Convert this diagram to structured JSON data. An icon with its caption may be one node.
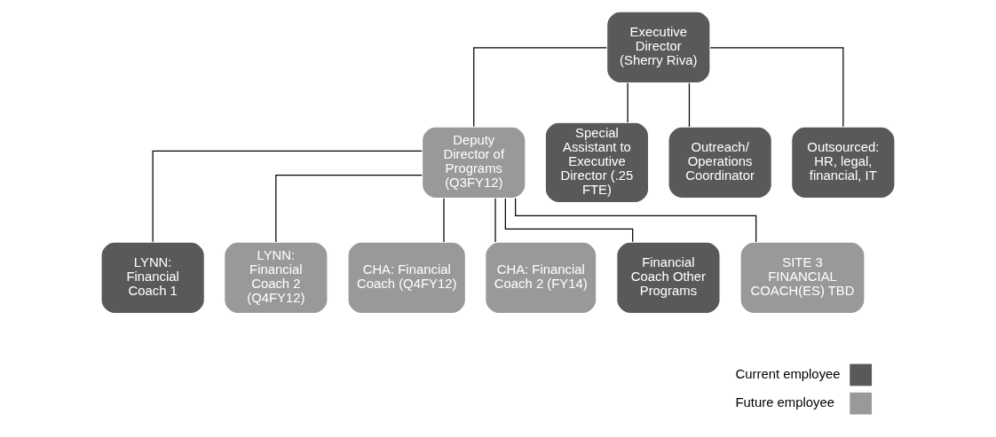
{
  "diagram": {
    "nodes": [
      {
        "text": [
          "Executive Director (Sherry Riva)"
        ]
      },
      {
        "text": [
          "Deputy Director of Programs (Q3FY12)"
        ]
      },
      {
        "text": [
          "Special Assistant to Executive Director (.25 FTE)"
        ]
      },
      {
        "text": [
          "Outreach/ Operations Coordinator"
        ]
      },
      {
        "text": [
          "Outsourced: HR, legal, financial, IT"
        ]
      },
      {
        "text": [
          "LYNN: Financial Coach 1"
        ]
      },
      {
        "text": [
          "LYNN: Financial Coach 2 (Q4FY12)"
        ]
      },
      {
        "text": [
          "CHA: Financial Coach (Q4FY12)"
        ]
      },
      {
        "text": [
          "CHA: Financial Coach 2 (FY14)"
        ]
      },
      {
        "text": [
          "Financial Coach Other Programs"
        ]
      },
      {
        "text": [
          "SITE 3 FINANCIAL COACH(ES) TBD"
        ]
      }
    ],
    "edges": [
      {
        "from": 0,
        "to": 1,
        "arrow": "none"
      },
      {
        "from": 0,
        "to": 2,
        "arrow": "none"
      },
      {
        "from": 0,
        "to": 3,
        "arrow": "none"
      },
      {
        "from": 0,
        "to": 4,
        "arrow": "none"
      },
      {
        "from": 1,
        "to": 5,
        "arrow": "none"
      },
      {
        "from": 1,
        "to": 6,
        "arrow": "none"
      },
      {
        "from": 1,
        "to": 7,
        "arrow": "none"
      },
      {
        "from": 1,
        "to": 8,
        "arrow": "none"
      },
      {
        "from": 1,
        "to": 9,
        "arrow": "none"
      },
      {
        "from": 1,
        "to": 10,
        "arrow": "none"
      }
    ],
    "legend": [
      {
        "text": "Current employee",
        "color": "#595959"
      },
      {
        "text": "Future employee",
        "color": "#999999"
      }
    ]
  }
}
